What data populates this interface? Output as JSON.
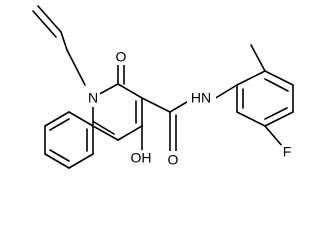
{
  "molecule": {
    "labels": {
      "nitrogen_ring": "N",
      "oxygen_ring_carbonyl": "O",
      "amide_nh": "HN",
      "amide_oxygen": "O",
      "hydroxyl": "OH",
      "fluorine": "F"
    }
  }
}
